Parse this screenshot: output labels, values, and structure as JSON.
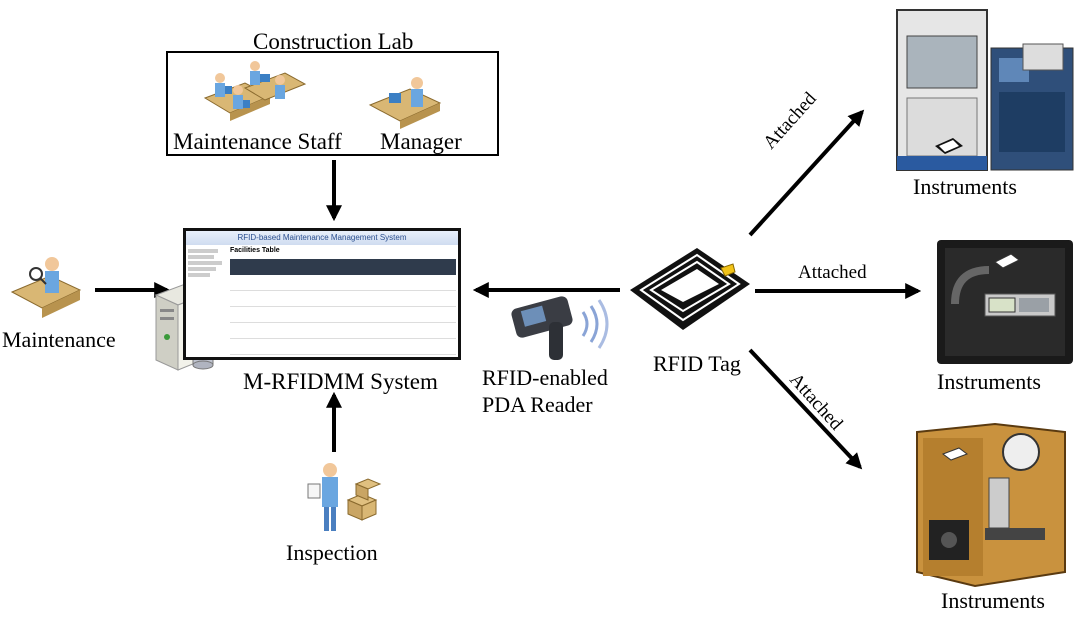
{
  "lab": {
    "title": "Construction Lab",
    "staff_label": "Maintenance Staff",
    "manager_label": "Manager"
  },
  "system": {
    "label": "M-RFIDMM System",
    "screen_title": "RFID-based Maintenance Management System",
    "table_title": "Facilities Table"
  },
  "actors": {
    "maintenance": "Maintenance",
    "inspection": "Inspection"
  },
  "reader": {
    "line1": "RFID-enabled",
    "line2": "PDA Reader"
  },
  "tag": {
    "label": "RFID Tag"
  },
  "edges": {
    "attached": "Attached"
  },
  "instruments": {
    "label": "Instruments"
  }
}
